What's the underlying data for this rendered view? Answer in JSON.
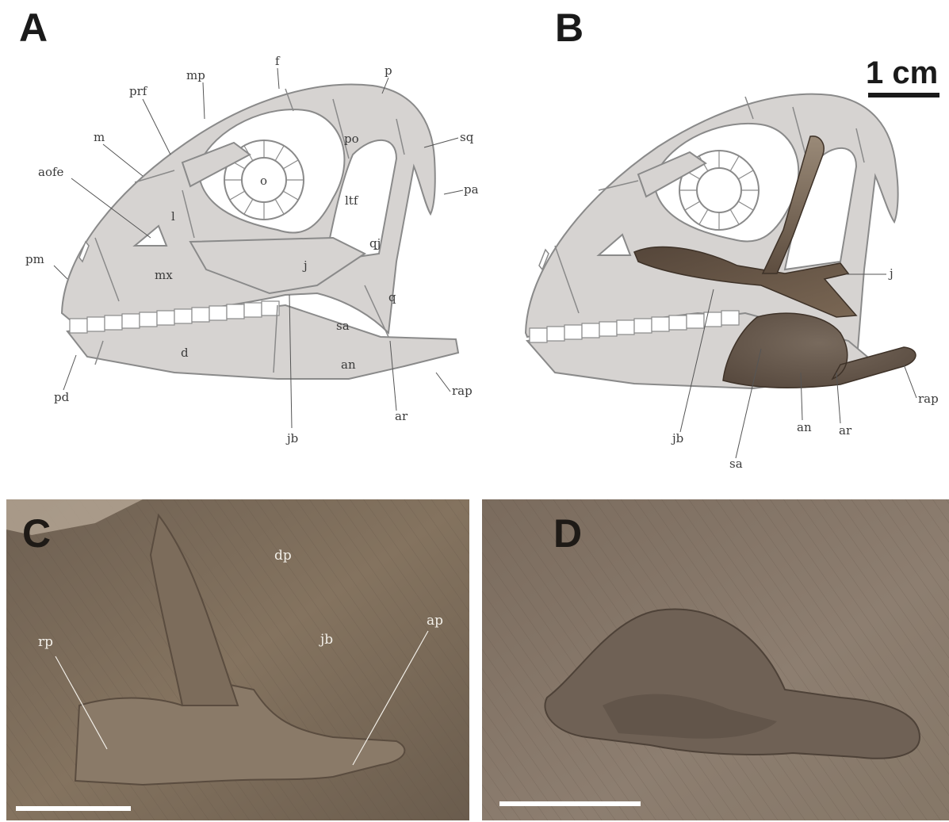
{
  "panels": {
    "a": "A",
    "b": "B",
    "c": "C",
    "d": "D"
  },
  "scale_bar_label": "1 cm",
  "labels_a": {
    "prf": "prf",
    "mp": "mp",
    "f": "f",
    "p": "p",
    "m": "m",
    "po": "po",
    "sq": "sq",
    "aofe": "aofe",
    "o": "o",
    "pa": "pa",
    "l": "l",
    "ltf": "ltf",
    "qj": "qj",
    "pm": "pm",
    "mx": "mx",
    "j": "j",
    "q": "q",
    "sa": "sa",
    "d": "d",
    "an": "an",
    "rap": "rap",
    "pd": "pd",
    "ar": "ar",
    "jb": "jb"
  },
  "labels_b": {
    "j": "j",
    "rap": "rap",
    "an": "an",
    "ar": "ar",
    "jb": "jb",
    "sa": "sa"
  },
  "labels_c": {
    "dp": "dp",
    "rp": "rp",
    "jb": "jb",
    "ap": "ap"
  },
  "colors": {
    "skull_fill": "#d6d3d1",
    "skull_outline": "#8a8a8a",
    "bone_dark": "#6b5a48",
    "photo_matrix": "#7d6c5c",
    "scale_bar_white": "#ffffff"
  }
}
